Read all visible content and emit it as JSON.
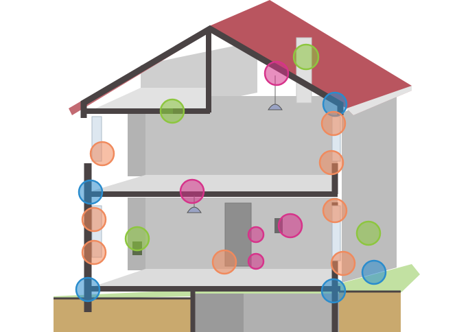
{
  "colors": {
    "roof": "#b9555f",
    "wall_dark": "#4a4344",
    "wall_light": "#c9c9c9",
    "wall_mid": "#b7b7b7",
    "floor": "#dcdcdc",
    "ground_soil": "#c9a96e",
    "grass": "#a8d47a",
    "marker_orange": "#f08a5d",
    "marker_blue": "#2a8ccd",
    "marker_green": "#8dc63f",
    "marker_magenta": "#d6338a"
  },
  "markers": [
    {
      "id": "attic-vent",
      "category": "green"
    },
    {
      "id": "roof-ridge",
      "category": "magenta"
    },
    {
      "id": "attic-insulation",
      "category": "green"
    },
    {
      "id": "upper-eave-joint",
      "category": "blue"
    },
    {
      "id": "upper-wall-top-right",
      "category": "orange"
    },
    {
      "id": "upper-window-left",
      "category": "orange"
    },
    {
      "id": "upper-window-right",
      "category": "orange"
    },
    {
      "id": "floor-junction-left",
      "category": "blue"
    },
    {
      "id": "ceiling-light-first-floor",
      "category": "magenta"
    },
    {
      "id": "floor-junction-right",
      "category": "orange"
    },
    {
      "id": "lower-window-left-top",
      "category": "orange"
    },
    {
      "id": "lower-window-left-bottom",
      "category": "orange"
    },
    {
      "id": "wall-outlet-left",
      "category": "green"
    },
    {
      "id": "switch-near-door",
      "category": "magenta"
    },
    {
      "id": "electrical-box",
      "category": "magenta"
    },
    {
      "id": "outlet-low",
      "category": "magenta"
    },
    {
      "id": "floor-center",
      "category": "orange"
    },
    {
      "id": "exterior-outlet",
      "category": "green"
    },
    {
      "id": "lower-window-right",
      "category": "orange"
    },
    {
      "id": "foundation-left",
      "category": "blue"
    },
    {
      "id": "foundation-right",
      "category": "blue"
    },
    {
      "id": "exterior-ground",
      "category": "blue"
    }
  ]
}
